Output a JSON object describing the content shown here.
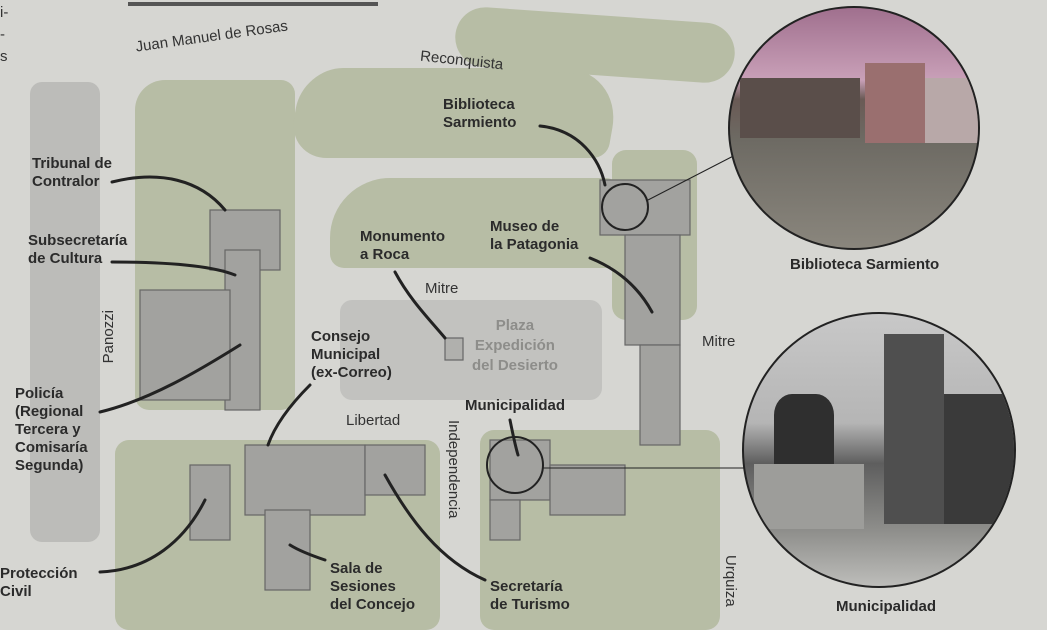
{
  "margin_text": "i-\n-\ns",
  "streets": {
    "juan_manuel_de_rosas": "Juan Manuel de Rosas",
    "reconquista": "Reconquista",
    "mitre_top": "Mitre",
    "mitre_right": "Mitre",
    "libertad": "Libertad",
    "panozzi": "Panozzi",
    "independencia": "Independencia",
    "urquiza": "Urquiza"
  },
  "labels": {
    "biblioteca_sarmiento": "Biblioteca\nSarmiento",
    "tribunal_de_contralor": "Tribunal de\nContralor",
    "subsecretaria_de_cultura": "Subsecretaría\nde Cultura",
    "monumento_a_roca": "Monumento\na Roca",
    "museo_de_la_patagonia": "Museo de\nla Patagonia",
    "consejo_municipal": "Consejo\nMunicipal\n(ex-Correo)",
    "policia": "Policía\n(Regional\nTercera y\nComisaría\nSegunda)",
    "municipalidad": "Municipalidad",
    "proteccion_civil": "Protección\nCivil",
    "sala_de_sesiones": "Sala de\nSesiones\ndel Concejo",
    "secretaria_de_turismo": "Secretaría\nde Turismo"
  },
  "plaza": "Plaza\nExpedición\ndel Desierto",
  "photos": [
    {
      "caption": "Biblioteca Sarmiento",
      "icon": "library-photo"
    },
    {
      "caption": "Municipalidad",
      "icon": "town-hall-photo"
    }
  ],
  "colors": {
    "paper": "#d6d6d2",
    "green": "#b7bda5",
    "building": "#a2a29f",
    "sky_top": "#a0708e"
  }
}
